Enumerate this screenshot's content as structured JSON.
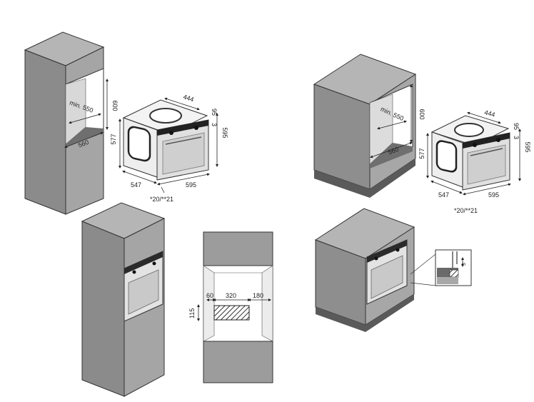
{
  "figures": {
    "tall_cabinet_install": {
      "niche_height": "600",
      "niche_depth": "min. 550",
      "niche_width": "560"
    },
    "oven_dims_left": {
      "top_depth": "444",
      "height_total": "577",
      "depth": "547",
      "width": "595",
      "front_height": "595",
      "panel_a": "3",
      "panel_b": "95",
      "door_offset": "*20/**21"
    },
    "undercounter_install": {
      "niche_height": "600",
      "niche_depth": "min. 550",
      "niche_width": "560"
    },
    "oven_dims_right": {
      "top_depth": "444",
      "height_total": "577",
      "depth": "547",
      "width": "595",
      "front_height": "595",
      "panel_a": "3",
      "panel_b": "95",
      "door_offset": "*20/**21"
    },
    "ventilation_opening": {
      "left_gap": "60",
      "opening_width": "320",
      "right_gap": "180",
      "opening_height": "115"
    },
    "undercounter_detail": {
      "gap": "5"
    }
  },
  "colors": {
    "cabinet_front": "#8a8a8a",
    "cabinet_side": "#a9a9a9",
    "cabinet_top": "#b7b7b7",
    "cabinet_dark": "#5f5f5f",
    "oven_body": "#e6e6e6",
    "oven_glass": "#bdbdbd"
  }
}
